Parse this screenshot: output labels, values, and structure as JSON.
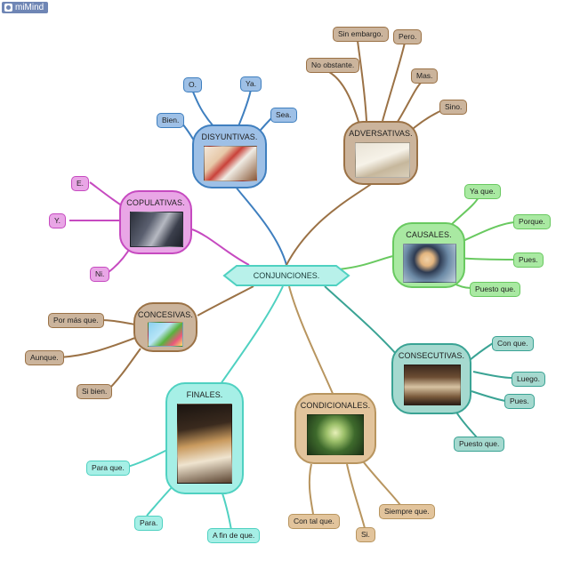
{
  "app": {
    "badge": "miMind"
  },
  "central": {
    "label": "CONJUNCIONES."
  },
  "colors": {
    "blue": "#9ec0e6",
    "blue_line": "#3f7fbf",
    "brown": "#cbb49c",
    "brown_line": "#9b7246",
    "pink": "#e9a6e6",
    "pink_line": "#c64ac0",
    "green": "#a9e9a2",
    "green_line": "#69c960",
    "teal": "#a5d9cf",
    "teal_line": "#3aa394",
    "cyan": "#a6efe6",
    "cyan_line": "#4fd1c1",
    "tan": "#e2c49c",
    "tan_line": "#b8955f"
  },
  "branches": {
    "disyuntivas": {
      "label": "DISYUNTIVAS.",
      "leaves": [
        "O.",
        "Ya.",
        "Bien.",
        "Sea."
      ]
    },
    "adversativas": {
      "label": "ADVERSATIVAS.",
      "leaves": [
        "Sin embargo.",
        "Pero.",
        "No obstante.",
        "Mas.",
        "Sino."
      ]
    },
    "copulativas": {
      "label": "COPULATIVAS.",
      "leaves": [
        "E.",
        "Y.",
        "Ni."
      ]
    },
    "causales": {
      "label": "CAUSALES.",
      "leaves": [
        "Ya que.",
        "Porque.",
        "Pues.",
        "Puesto que."
      ]
    },
    "concesivas": {
      "label": "CONCESIVAS.",
      "leaves": [
        "Por más que.",
        "Aunque.",
        "Si bien."
      ]
    },
    "consecutivas": {
      "label": "CONSECUTIVAS.",
      "leaves": [
        "Con que.",
        "Luego.",
        "Pues.",
        "Puesto que."
      ]
    },
    "finales": {
      "label": "FINALES.",
      "leaves": [
        "Para que.",
        "Para.",
        "A fin de que."
      ]
    },
    "condicionales": {
      "label": "CONDICIONALES.",
      "leaves": [
        "Con tal que.",
        "Si.",
        "Siempre que."
      ]
    }
  }
}
